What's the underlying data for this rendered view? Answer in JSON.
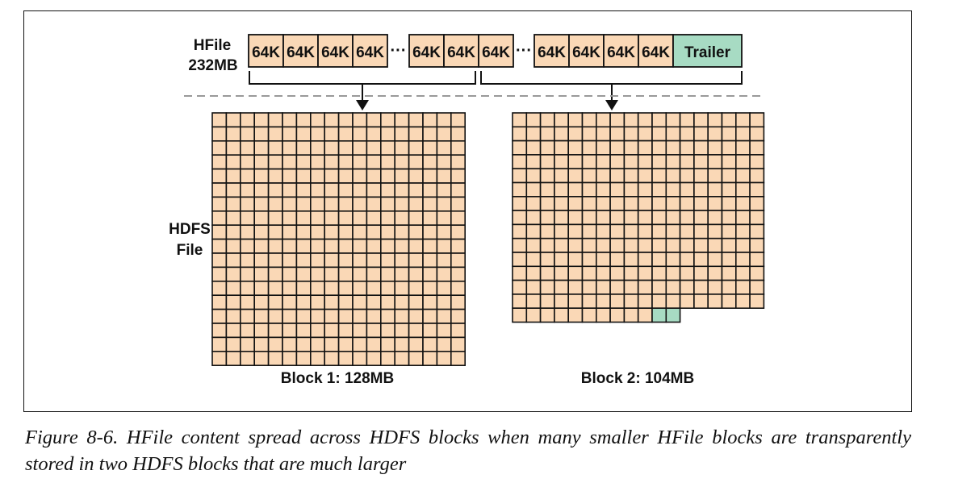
{
  "hfile": {
    "label_line1": "HFile",
    "label_line2": "232MB"
  },
  "hdfs": {
    "label_line1": "HDFS",
    "label_line2": "File"
  },
  "segments": [
    {
      "kind": "cell",
      "text": "64K"
    },
    {
      "kind": "cell",
      "text": "64K"
    },
    {
      "kind": "cell",
      "text": "64K"
    },
    {
      "kind": "cell",
      "text": "64K"
    },
    {
      "kind": "dots",
      "text": "···"
    },
    {
      "kind": "cell",
      "text": "64K"
    },
    {
      "kind": "cell",
      "text": "64K"
    },
    {
      "kind": "cell",
      "text": "64K"
    },
    {
      "kind": "dots",
      "text": "···"
    },
    {
      "kind": "cell",
      "text": "64K"
    },
    {
      "kind": "cell",
      "text": "64K"
    },
    {
      "kind": "cell",
      "text": "64K"
    },
    {
      "kind": "cell",
      "text": "64K"
    },
    {
      "kind": "trailer",
      "text": "Trailer"
    }
  ],
  "blocks": [
    {
      "label": "Block 1: 128MB",
      "rows": 18,
      "cols": 18,
      "filled_last_row": 18
    },
    {
      "label": "Block 2: 104MB",
      "rows": 15,
      "cols": 18,
      "filled_last_row": 12,
      "trailer_cells": 2
    }
  ],
  "colors": {
    "cell_fill": "#fad8b6",
    "trailer_fill": "#a7dbc3",
    "stroke": "#111111",
    "divider": "#999999"
  },
  "caption": "Figure 8-6. HFile content spread across HDFS blocks when many smaller HFile blocks are transparently stored in two HDFS blocks that are much larger"
}
